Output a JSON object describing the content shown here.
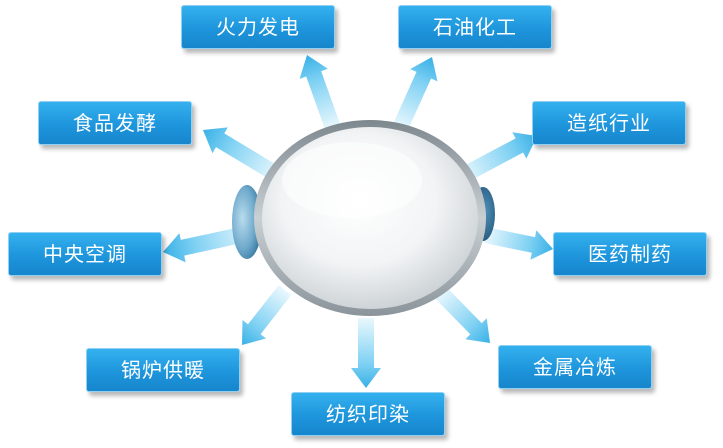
{
  "diagram": {
    "nodes": [
      {
        "id": "power",
        "label": "火力发电"
      },
      {
        "id": "petro",
        "label": "石油化工"
      },
      {
        "id": "food",
        "label": "食品发酵"
      },
      {
        "id": "paper",
        "label": "造纸行业"
      },
      {
        "id": "hvac",
        "label": "中央空调"
      },
      {
        "id": "pharma",
        "label": "医药制药"
      },
      {
        "id": "boiler",
        "label": "锅炉供暖"
      },
      {
        "id": "metal",
        "label": "金属冶炼"
      },
      {
        "id": "textile",
        "label": "纺织印染"
      }
    ],
    "colors": {
      "box": "#1e95dc",
      "arrow": "#5cc3ef",
      "lens_rim": "#9ea7ad",
      "side_lobe": "#3d7ea6"
    }
  }
}
